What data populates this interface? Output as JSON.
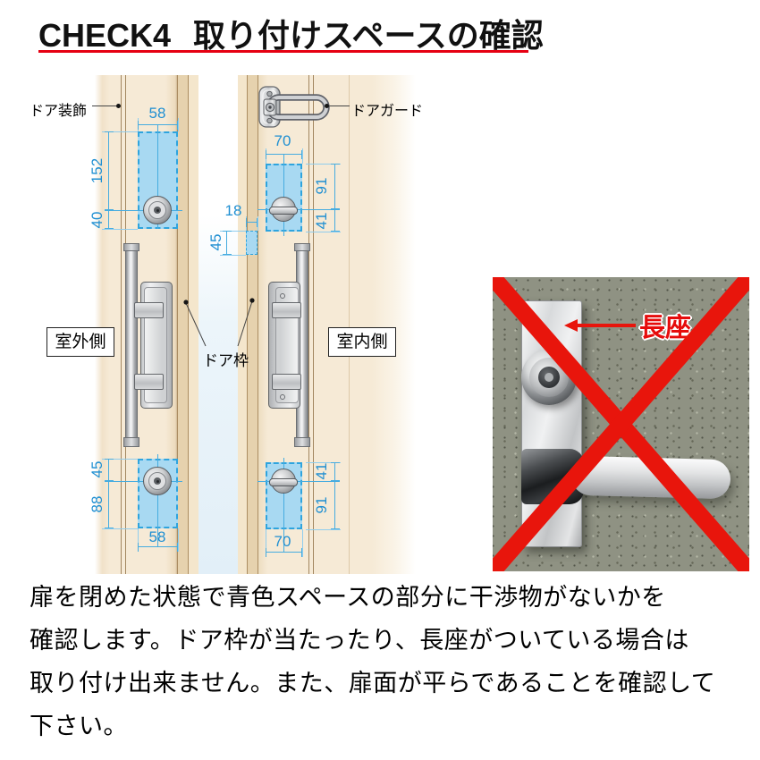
{
  "title": {
    "check_label": "CHECK4",
    "heading": "取り付けスペースの確認"
  },
  "diagram": {
    "label_door_decoration": "ドア装飾",
    "label_door_guard": "ドアガード",
    "label_outdoor": "室外側",
    "label_indoor": "室内側",
    "label_door_frame": "ドア枠",
    "dims": {
      "tl_w": "58",
      "tl_h1": "152",
      "tl_h2": "40",
      "tr_w": "70",
      "tr_h1": "91",
      "tr_h2": "41",
      "gap_w": "18",
      "gap_h": "45",
      "bl_h1": "45",
      "bl_h2": "88",
      "bl_w": "58",
      "br_h1": "41",
      "br_h2": "91",
      "br_w": "70"
    }
  },
  "photo": {
    "label": "長座"
  },
  "body": {
    "line1": "扉を閉めた状態で青色スペースの部分に干渉物がないかを",
    "line2": "確認します。ドア枠が当たったり、長座がついている場合は",
    "line3": "取り付け出来ません。また、扉面が平らであることを確認して",
    "line4": "下さい。"
  },
  "colors": {
    "accent_red": "#e60012",
    "dim_blue": "#1f8fd2",
    "space_blue": "#a8d9f2",
    "warn_red": "#e8150c"
  }
}
